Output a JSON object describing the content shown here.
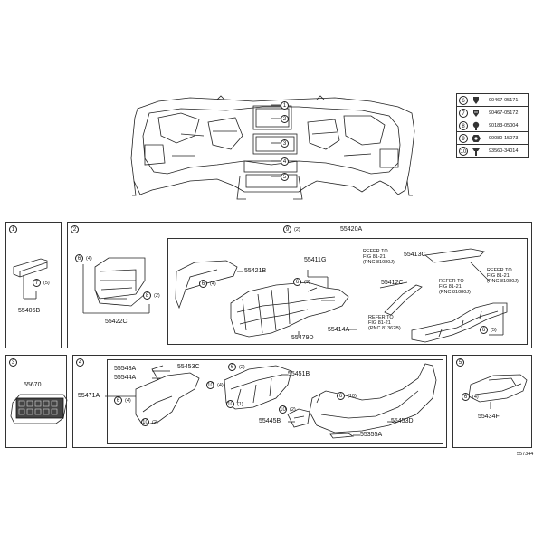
{
  "legend": [
    {
      "key": "6",
      "part": "90467-05171",
      "icon": "clip-icon"
    },
    {
      "key": "7",
      "part": "90467-05172",
      "icon": "clip-icon"
    },
    {
      "key": "8",
      "part": "90183-05004",
      "icon": "screw-icon"
    },
    {
      "key": "9",
      "part": "90080-15073",
      "icon": "nut-icon"
    },
    {
      "key": "10",
      "part": "93560-34014",
      "icon": "screw-icon"
    }
  ],
  "overview": {
    "callouts": [
      "1",
      "2",
      "3",
      "4",
      "5"
    ]
  },
  "panels": {
    "p1": {
      "num": "1",
      "part": "55405B",
      "callout": "7",
      "qty": "(5)"
    },
    "p2": {
      "num": "2",
      "part": "55422C",
      "callout_a": "6",
      "qty_a": "(4)",
      "callout_b": "8",
      "qty_b": "(2)"
    },
    "p2sub": {
      "num": "9",
      "qty": "(2)",
      "part_main": "55420A",
      "part_421b": "55421B",
      "callout_421b": "6",
      "qty_421b": "(4)",
      "part_411g": "55411G",
      "callout_411g": "6",
      "qty_411g": "(3)",
      "part_479d": "55479D",
      "part_414a": "55414A-",
      "part_413c": "55413C",
      "part_412c": "55412C",
      "ref1": "REFER TO\nFIG 81-21\n(PNC 81080J)",
      "ref2": "REFER TO\nFIG 81-21\n(PNC 81080J)",
      "ref3": "REFER TO\nFIG 81-21\n(PNC 81080J)",
      "ref4": "REFER TO\nFIG 81-21\n(PNC 81362B)",
      "callout_414a": "6",
      "qty_414a": "(5)"
    },
    "p3": {
      "num": "3",
      "part": "55670"
    },
    "p4": {
      "num": "4",
      "part_471a": "55471A",
      "part_548a": "55548A",
      "part_544a": "55544A",
      "part_453c": "55453C",
      "part_451b": "55451B",
      "part_445b": "55445B",
      "part_453d": "55453D",
      "part_355a": "55355A",
      "callout_a": "6",
      "qty_a": "(4)",
      "callout_b": "10",
      "qty_b": "(2)",
      "callout_c": "6",
      "qty_c": "(2)",
      "callout_d": "10",
      "qty_d": "(4)",
      "callout_e": "10",
      "qty_e": "(1)",
      "callout_f": "6",
      "qty_f": "(10)",
      "callout_g": "10",
      "qty_g": "(2)"
    },
    "p5": {
      "num": "5",
      "part": "55434F",
      "callout": "6",
      "qty": "(4)"
    }
  },
  "footer": {
    "code": "557344"
  }
}
